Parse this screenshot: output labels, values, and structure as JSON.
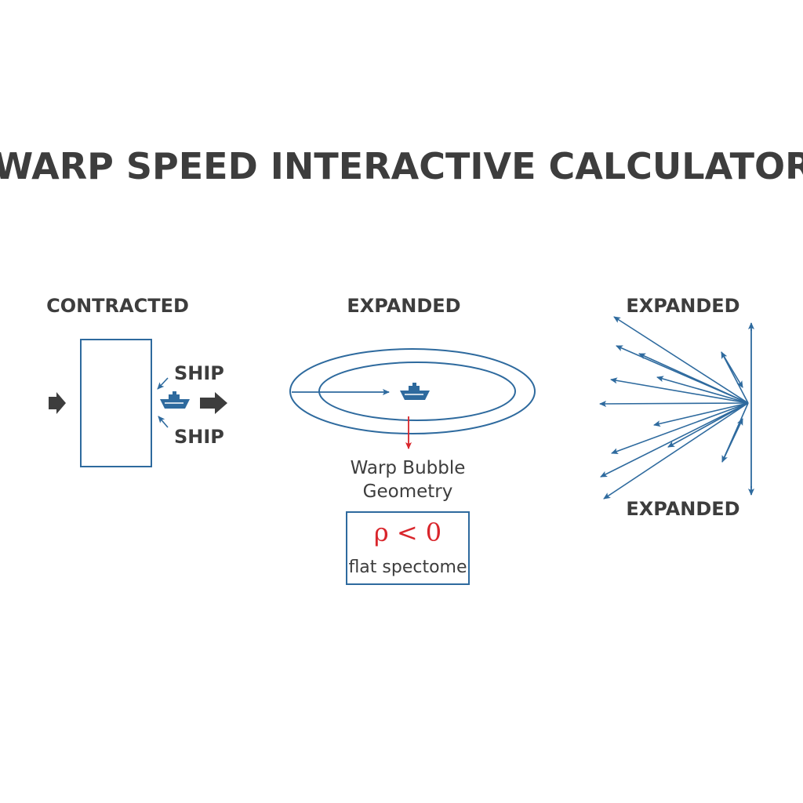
{
  "title": "WARP SPEED INTERACTIVE CALCULATOR",
  "colors": {
    "ink": "#3d3d3d",
    "blue": "#2e6a9e",
    "red": "#d9252b"
  },
  "panels": {
    "contracted": {
      "label": "CONTRACTED",
      "ship_label_top": "SHIP",
      "ship_label_bottom": "SHIP",
      "ship_icon": "ship-icon"
    },
    "bubble": {
      "label": "EXPANDED",
      "caption_line1": "Warp Bubble",
      "caption_line2": "Geometry",
      "formula": "ρ < 0",
      "formula_caption": "flat spectome",
      "ship_icon": "ship-icon"
    },
    "expanded": {
      "label_top": "EXPANDED",
      "label_bottom": "EXPANDED"
    }
  }
}
